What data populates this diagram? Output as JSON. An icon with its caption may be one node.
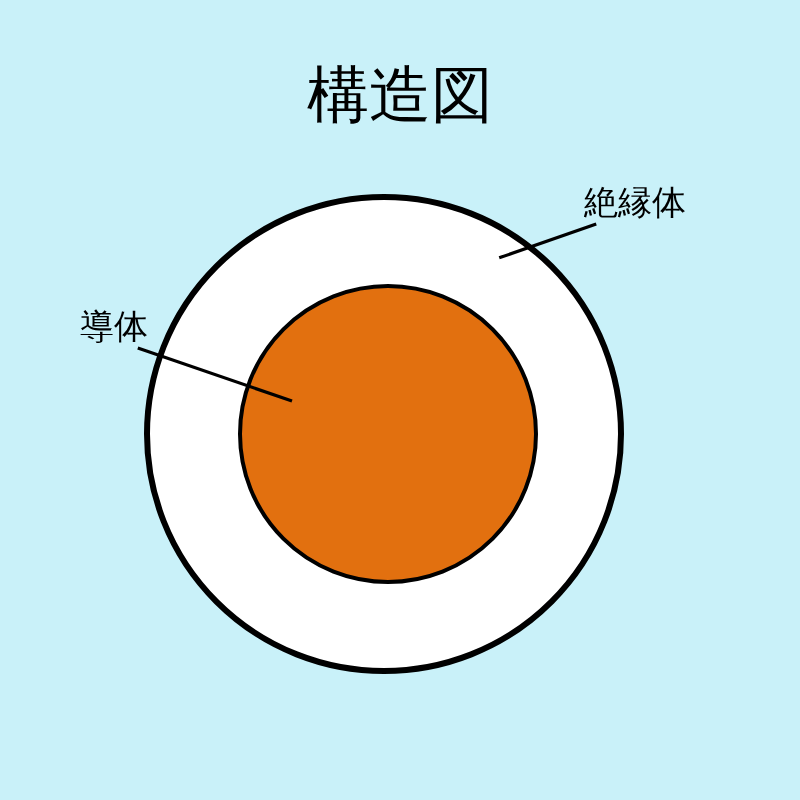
{
  "diagram": {
    "title": "構造図",
    "nodes": [
      {
        "text": [],
        "shape": "circle"
      },
      {
        "text": [],
        "shape": "circle",
        "in": 0
      },
      {
        "text": [
          "絶縁体"
        ]
      },
      {
        "text": [
          "導体"
        ]
      }
    ],
    "edges": [
      {
        "from": 2,
        "to": 0,
        "arrow": "none"
      },
      {
        "from": 3,
        "to": 1,
        "arrow": "none"
      }
    ]
  }
}
